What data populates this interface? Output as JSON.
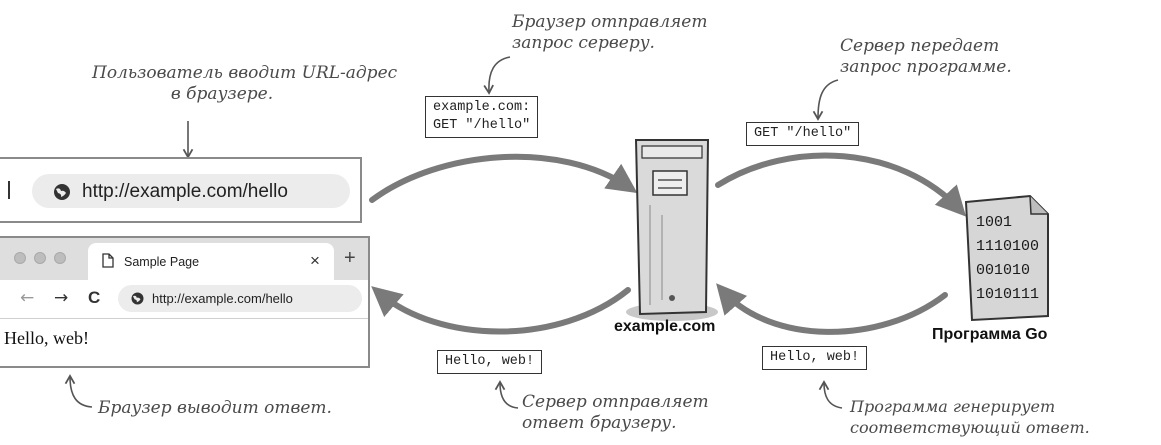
{
  "notes": {
    "user_enters_url": [
      "Пользователь вводит URL-адрес",
      "в браузере."
    ],
    "browser_sends_request": [
      "Браузер отправляет",
      "запрос серверу."
    ],
    "server_passes_request": [
      "Сервер передает",
      "запрос программе."
    ],
    "browser_shows_response": "Браузер выводит ответ.",
    "server_sends_response": [
      "Сервер отправляет",
      "ответ браузеру."
    ],
    "program_generates_response": [
      "Программа генерирует",
      "соответствующий ответ."
    ]
  },
  "code_boxes": {
    "request_to_server": "example.com:\nGET \"/hello\"",
    "request_to_program": "GET \"/hello\"",
    "response_to_browser": "Hello, web!",
    "response_to_server": "Hello, web!"
  },
  "labels": {
    "server": "example.com",
    "program": "Программа Go",
    "program_file_lines": [
      "1001",
      "1110100",
      "001010",
      "1010111"
    ]
  },
  "address_bar": {
    "url": "http://example.com/hello",
    "icon": "globe-icon"
  },
  "browser_window": {
    "tab_title": "Sample Page",
    "tab_close": "×",
    "new_tab": "+",
    "back": "←",
    "forward": "→",
    "reload": "C",
    "url": "http://example.com/hello",
    "page_text": "Hello, web!"
  },
  "colors": {
    "arrow": "#7a7a7a",
    "server_fill": "#d9d9d9",
    "panel_border": "#8a8a8a"
  }
}
